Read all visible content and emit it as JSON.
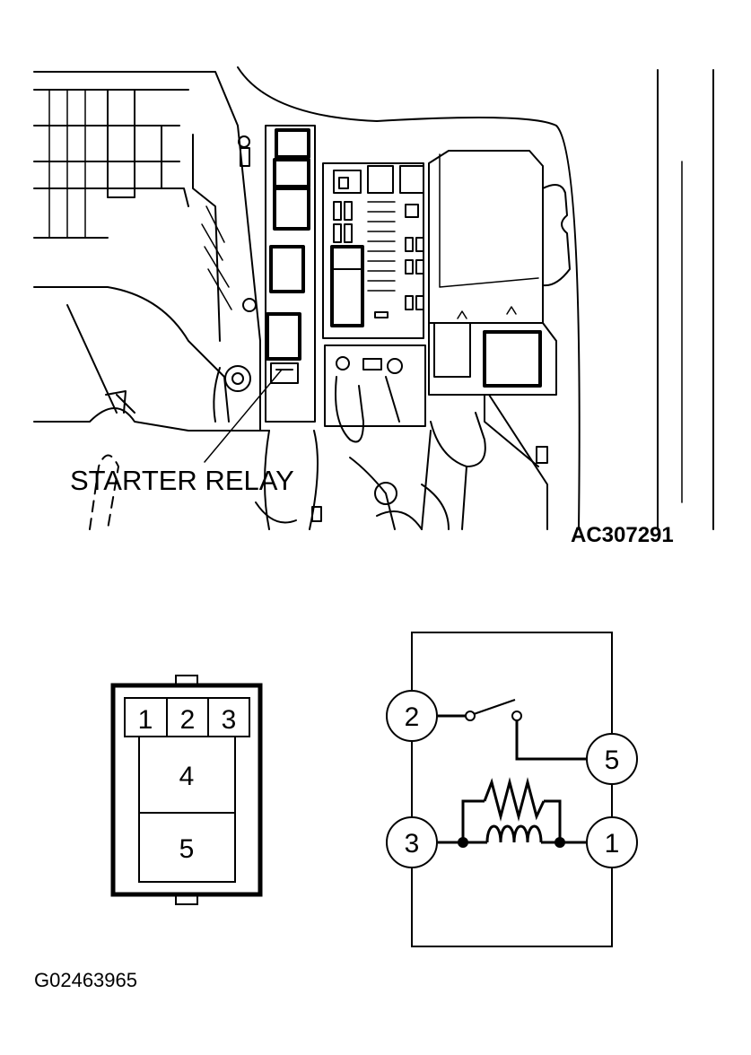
{
  "engine_illustration": {
    "callout_label": "STARTER RELAY",
    "figure_code": "AC307291"
  },
  "connector": {
    "pins_top": [
      "1",
      "2",
      "3"
    ],
    "pin_middle": "4",
    "pin_bottom": "5"
  },
  "schematic": {
    "terminal_2": "2",
    "terminal_5": "5",
    "terminal_3": "3",
    "terminal_1": "1"
  },
  "footer": {
    "figure_code": "G02463965"
  }
}
